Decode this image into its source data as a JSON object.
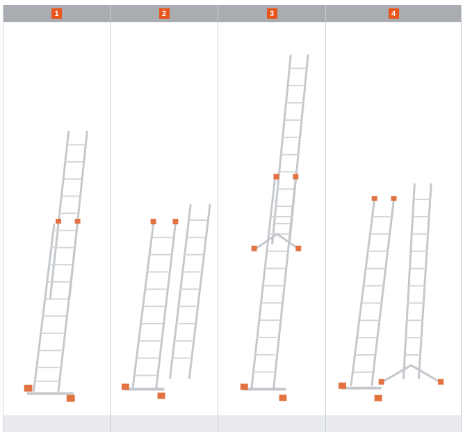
{
  "panels": [
    {
      "number": "1",
      "illustration": "ladder-with-sliding-section-icon"
    },
    {
      "number": "2",
      "illustration": "two-separate-ladder-sections-icon"
    },
    {
      "number": "3",
      "illustration": "extended-ladder-with-stabilizer-icon"
    },
    {
      "number": "4",
      "illustration": "separate-sections-with-stabilizer-foot-icon"
    }
  ],
  "colors": {
    "header": "#a9adb2",
    "badge": "#e8561b",
    "footer": "#e8eaed",
    "rail": "#c4c8cc",
    "accent": "#e2723f"
  }
}
